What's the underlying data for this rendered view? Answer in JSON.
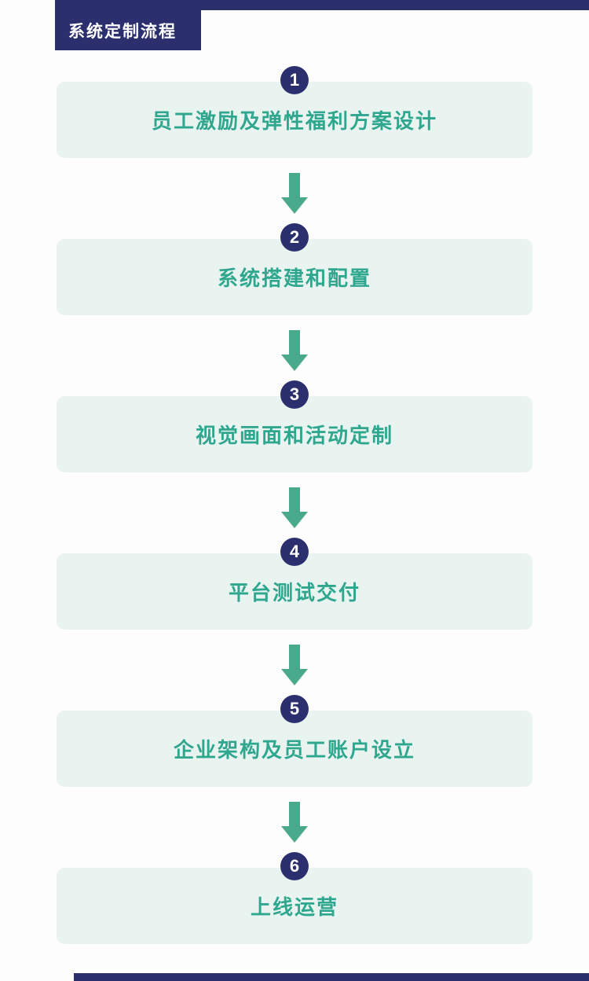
{
  "header": {
    "title": "系统定制流程"
  },
  "colors": {
    "navy": "#2b2f6e",
    "teal": "#2fa78e",
    "box_bg": "#e9f4f1",
    "arrow": "#49aa8b",
    "background": "#fdfdfd"
  },
  "steps": [
    {
      "number": "1",
      "label": "员工激励及弹性福利方案设计"
    },
    {
      "number": "2",
      "label": "系统搭建和配置"
    },
    {
      "number": "3",
      "label": "视觉画面和活动定制"
    },
    {
      "number": "4",
      "label": "平台测试交付"
    },
    {
      "number": "5",
      "label": "企业架构及员工账户设立"
    },
    {
      "number": "6",
      "label": "上线运营"
    }
  ]
}
